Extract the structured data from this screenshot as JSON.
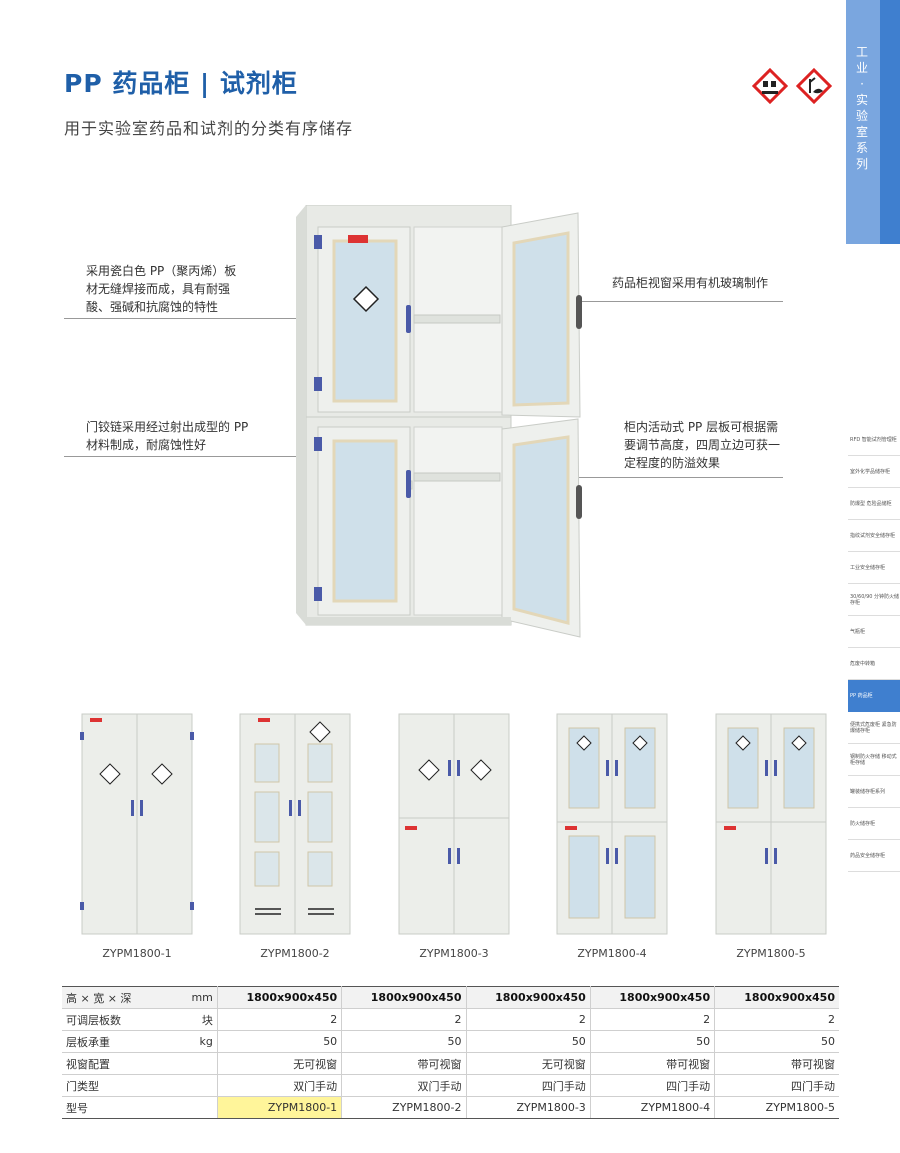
{
  "header": {
    "title": "PP 药品柜 | 试剂柜",
    "subtitle": "用于实验室药品和试剂的分类有序储存",
    "hazard_icons": [
      "corrosive-hazard-icon",
      "environment-hazard-icon"
    ]
  },
  "side_tab": {
    "label": "工业·实验室系列"
  },
  "categories": [
    "RFD 智能试剂管理柜",
    "室外化学品储存柜",
    "防爆型 危险品储柜",
    "指纹试剂安全储存柜",
    "工业安全储存柜",
    "30/60/90 分钟防火储存柜",
    "气瓶柜",
    "危废中转箱",
    "PP 药品柜",
    "便携式危废柜 紧急防爆储存柜",
    "钢制防火存储 移动式柜存储",
    "罐装储存柜系列",
    "防火储存柜",
    "药品安全储存柜"
  ],
  "active_category_index": 8,
  "callouts": {
    "material": "采用瓷白色 PP（聚丙烯）板材无缝焊接而成，具有耐强酸、强碱和抗腐蚀的特性",
    "hinge": "门铰链采用经过射出成型的 PP 材料制成，耐腐蚀性好",
    "window": "药品柜视窗采用有机玻璃制作",
    "shelf": "柜内活动式 PP 层板可根据需要调节高度，四周立边可获一定程度的防溢效果"
  },
  "models": [
    "ZYPM1800-1",
    "ZYPM1800-2",
    "ZYPM1800-3",
    "ZYPM1800-4",
    "ZYPM1800-5"
  ],
  "spec_table": {
    "rows": [
      {
        "label": "高 × 宽 × 深",
        "unit": "mm",
        "values": [
          "1800x900x450",
          "1800x900x450",
          "1800x900x450",
          "1800x900x450",
          "1800x900x450"
        ]
      },
      {
        "label": "可调层板数",
        "unit": "块",
        "values": [
          "2",
          "2",
          "2",
          "2",
          "2"
        ]
      },
      {
        "label": "层板承重",
        "unit": "kg",
        "values": [
          "50",
          "50",
          "50",
          "50",
          "50"
        ]
      },
      {
        "label": "视窗配置",
        "unit": "",
        "values": [
          "无可视窗",
          "带可视窗",
          "无可视窗",
          "带可视窗",
          "带可视窗"
        ]
      },
      {
        "label": "门类型",
        "unit": "",
        "values": [
          "双门手动",
          "双门手动",
          "四门手动",
          "四门手动",
          "四门手动"
        ]
      },
      {
        "label": "型号",
        "unit": "",
        "values": [
          "ZYPM1800-1",
          "ZYPM1800-2",
          "ZYPM1800-3",
          "ZYPM1800-4",
          "ZYPM1800-5"
        ]
      }
    ],
    "highlight_color": "#fff59a"
  },
  "colors": {
    "accent": "#1f5fa8",
    "tab": "#3f7fcf",
    "hinge": "#4a5aa8",
    "cabinet": "#e9ebe8"
  }
}
